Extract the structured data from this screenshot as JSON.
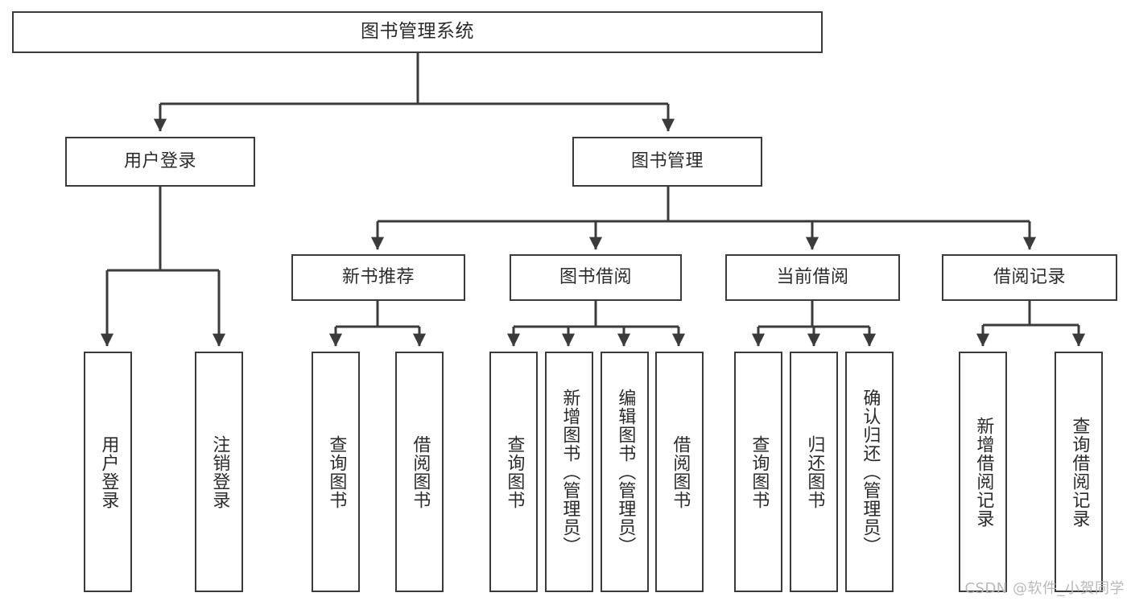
{
  "diagram": {
    "title": "图书管理系统",
    "type": "tree-hierarchy",
    "root": {
      "label": "图书管理系统"
    },
    "level2": [
      {
        "label": "用户登录"
      },
      {
        "label": "图书管理"
      }
    ],
    "level3": [
      {
        "label": "新书推荐"
      },
      {
        "label": "图书借阅"
      },
      {
        "label": "当前借阅"
      },
      {
        "label": "借阅记录"
      }
    ],
    "leaves": {
      "user_login": [
        {
          "label": "用户登录"
        },
        {
          "label": "注销登录"
        }
      ],
      "new_book_recommend": [
        {
          "label": "查询图书"
        },
        {
          "label": "借阅图书"
        }
      ],
      "book_borrow": [
        {
          "label": "查询图书"
        },
        {
          "label": "新增图书（管理员）"
        },
        {
          "label": "编辑图书（管理员）"
        },
        {
          "label": "借阅图书"
        }
      ],
      "current_borrow": [
        {
          "label": "查询图书"
        },
        {
          "label": "归还图书"
        },
        {
          "label": "确认归还（管理员）"
        }
      ],
      "borrow_record": [
        {
          "label": "新增借阅记录"
        },
        {
          "label": "查询借阅记录"
        }
      ]
    }
  },
  "watermark": {
    "text": "CSDN @软件_小贺同学"
  },
  "colors": {
    "border": "#3b3b3b",
    "text": "#2b2b2b",
    "background": "#ffffff",
    "watermark": "#b9b9b9"
  }
}
